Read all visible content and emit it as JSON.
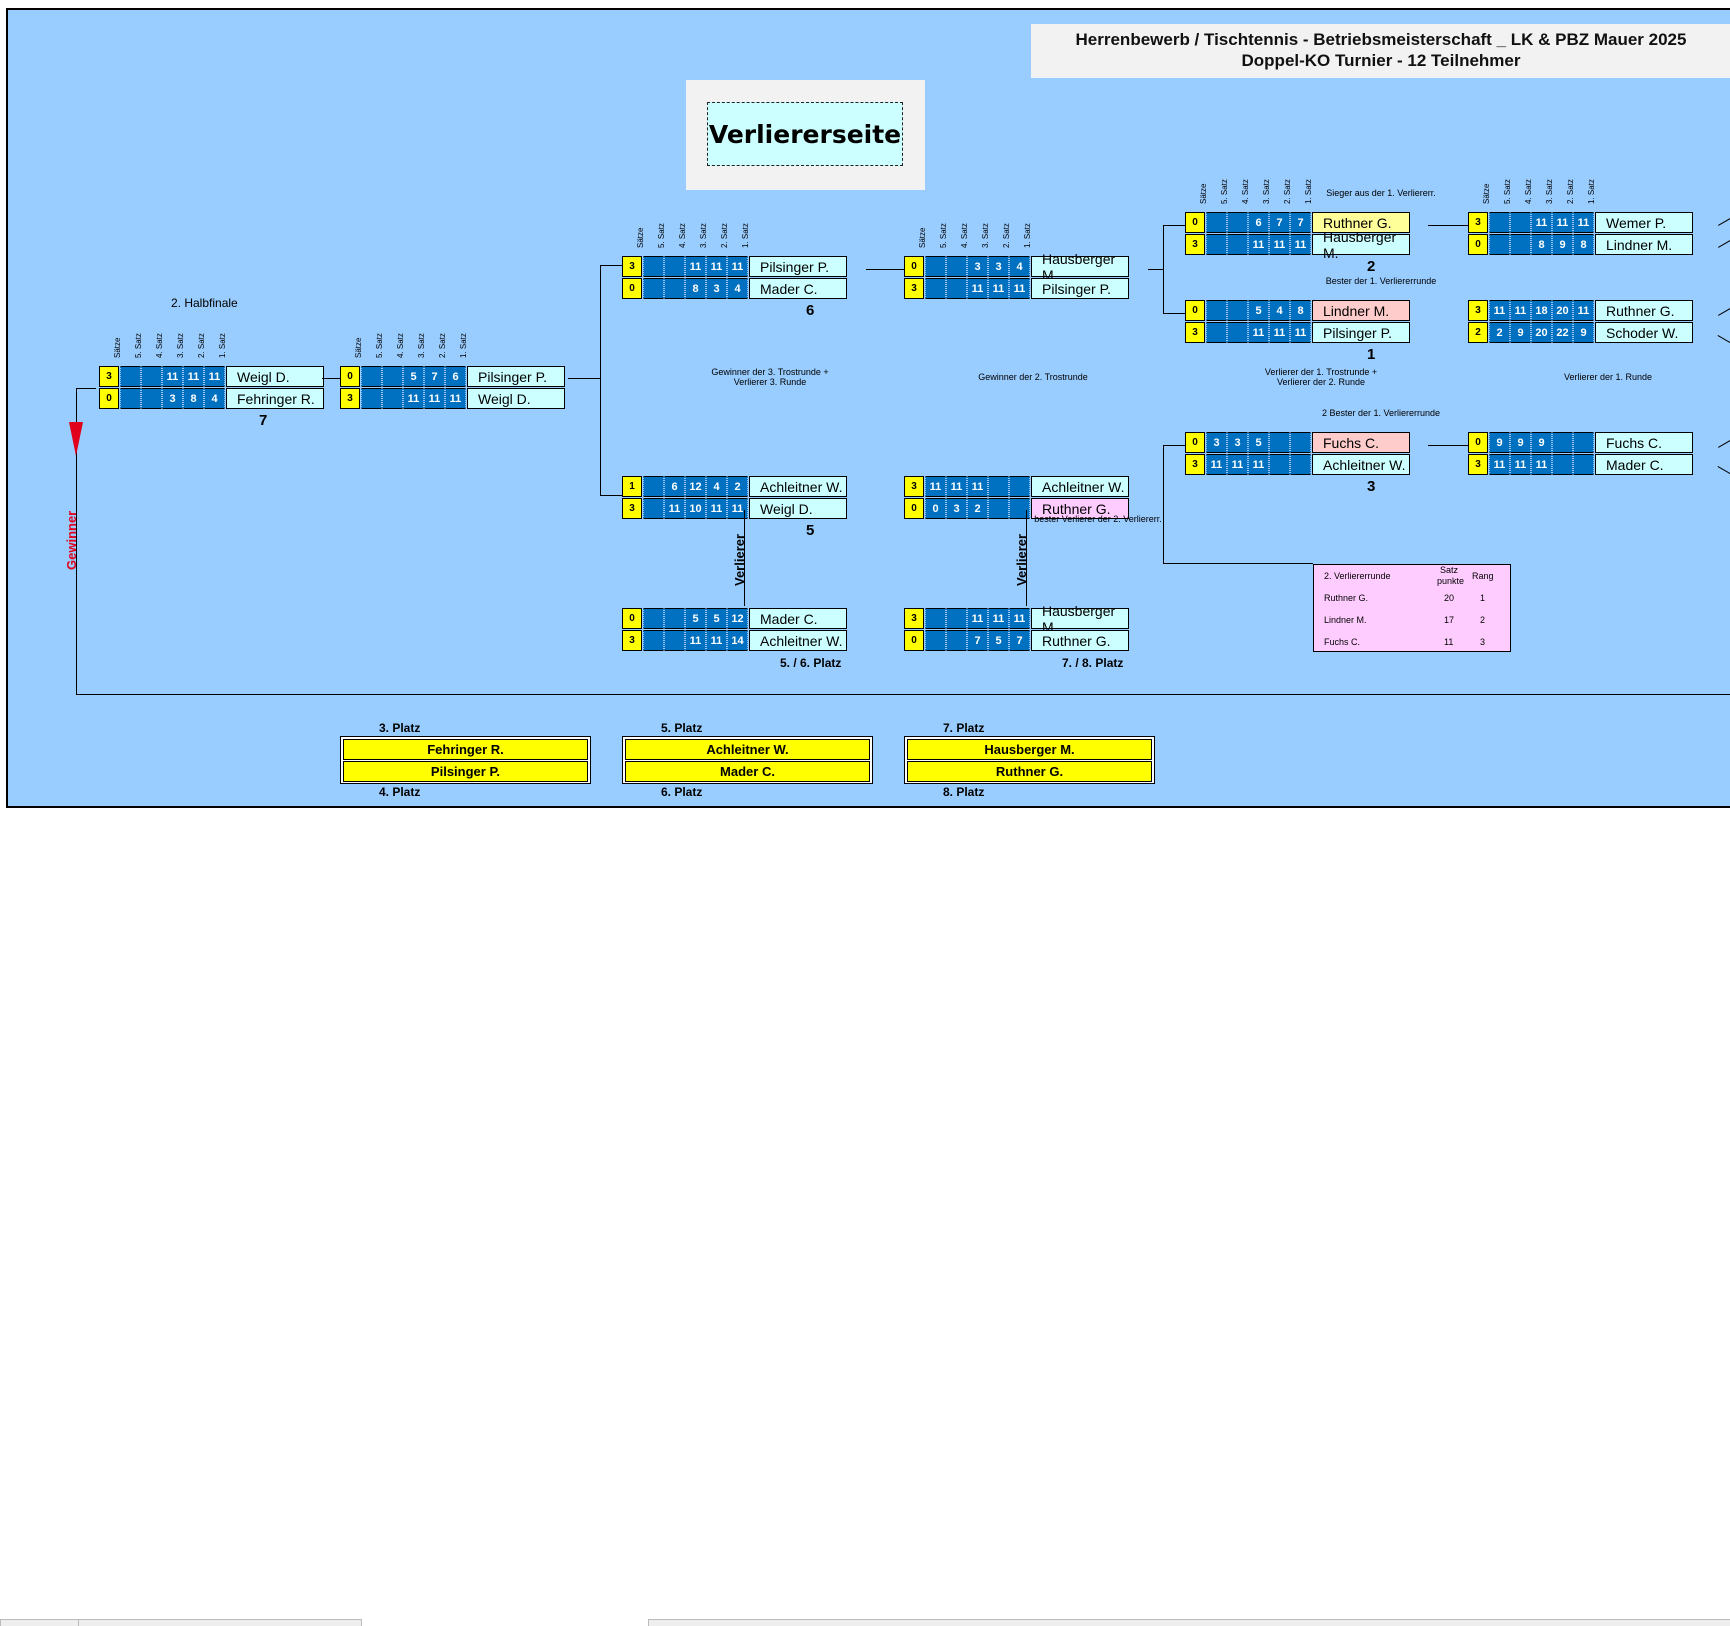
{
  "title": {
    "line1": "Herrenbewerb / Tischtennis - Betriebsmeisterschaft _ LK & PBZ Mauer 2025",
    "line2": "Doppel-KO Turnier - 12 Teilnehmer"
  },
  "section_label": "Verliererseite",
  "col_headers": [
    "Sätze",
    "5. Satz",
    "4. Satz",
    "3. Satz",
    "2. Satz",
    "1. Satz"
  ],
  "headers_labels": {
    "halbfinale": "2. Halbfinale",
    "gewinner": "Gewinner",
    "verlierer": "Verlierer"
  },
  "notes": {
    "n1": "Gewinner der 3. Trostrunde +",
    "n1b": "Verlierer 3. Runde",
    "n2": "Gewinner der 2. Trostrunde",
    "n3": "Verlierer der 1. Trostrunde +",
    "n3b": "Verlierer der 2. Runde",
    "n4": "Verlierer der 1. Runde",
    "n5": "Sieger  aus der 1. Verliererr.",
    "n6": "Bester der 1. Verliererrunde",
    "n7": "2 Bester der 1. Verliererrunde",
    "n8": "bester Verlierer  der 2. Verliererr."
  },
  "matches": {
    "m7": {
      "num": "7",
      "rows": [
        {
          "sets": "3",
          "scores": [
            "",
            "",
            "11",
            "11",
            "11"
          ],
          "name": "Weigl D."
        },
        {
          "sets": "0",
          "scores": [
            "",
            "",
            "3",
            "8",
            "4"
          ],
          "name": "Fehringer R."
        }
      ]
    },
    "m7b": {
      "num": "",
      "rows": [
        {
          "sets": "0",
          "scores": [
            "",
            "",
            "5",
            "7",
            "6"
          ],
          "name": "Pilsinger P."
        },
        {
          "sets": "3",
          "scores": [
            "",
            "",
            "11",
            "11",
            "11"
          ],
          "name": "Weigl D."
        }
      ]
    },
    "m6": {
      "num": "6",
      "rows": [
        {
          "sets": "3",
          "scores": [
            "",
            "",
            "11",
            "11",
            "11"
          ],
          "name": "Pilsinger P."
        },
        {
          "sets": "0",
          "scores": [
            "",
            "",
            "8",
            "3",
            "4"
          ],
          "name": "Mader C."
        }
      ]
    },
    "m6b": {
      "num": "",
      "rows": [
        {
          "sets": "0",
          "scores": [
            "",
            "",
            "3",
            "3",
            "4"
          ],
          "name": "Hausberger M."
        },
        {
          "sets": "3",
          "scores": [
            "",
            "",
            "11",
            "11",
            "11"
          ],
          "name": "Pilsinger P."
        }
      ]
    },
    "m5": {
      "num": "5",
      "rows": [
        {
          "sets": "1",
          "scores": [
            "",
            "6",
            "12",
            "4",
            "2"
          ],
          "name": "Achleitner W."
        },
        {
          "sets": "3",
          "scores": [
            "",
            "11",
            "10",
            "11",
            "11"
          ],
          "name": "Weigl D."
        }
      ]
    },
    "m5b": {
      "num": "",
      "rows": [
        {
          "sets": "3",
          "scores": [
            "11",
            "11",
            "11",
            "",
            ""
          ],
          "name": "Achleitner W."
        },
        {
          "sets": "0",
          "scores": [
            "0",
            "3",
            "2",
            "",
            ""
          ],
          "name": "Ruthner G."
        }
      ]
    },
    "m56": {
      "num": "5. / 6. Platz",
      "rows": [
        {
          "sets": "0",
          "scores": [
            "",
            "",
            "5",
            "5",
            "12"
          ],
          "name": "Mader C."
        },
        {
          "sets": "3",
          "scores": [
            "",
            "",
            "11",
            "11",
            "14"
          ],
          "name": "Achleitner W."
        }
      ]
    },
    "m78": {
      "num": "7. / 8. Platz",
      "rows": [
        {
          "sets": "3",
          "scores": [
            "",
            "",
            "11",
            "11",
            "11"
          ],
          "name": "Hausberger M."
        },
        {
          "sets": "0",
          "scores": [
            "",
            "",
            "7",
            "5",
            "7"
          ],
          "name": "Ruthner G."
        }
      ]
    },
    "m2": {
      "num": "2",
      "rows": [
        {
          "sets": "0",
          "scores": [
            "",
            "",
            "6",
            "7",
            "7"
          ],
          "name": "Ruthner G."
        },
        {
          "sets": "3",
          "scores": [
            "",
            "",
            "11",
            "11",
            "11"
          ],
          "name": "Hausberger M."
        }
      ]
    },
    "m1": {
      "num": "1",
      "rows": [
        {
          "sets": "0",
          "scores": [
            "",
            "",
            "5",
            "4",
            "8"
          ],
          "name": "Lindner M."
        },
        {
          "sets": "3",
          "scores": [
            "",
            "",
            "11",
            "11",
            "11"
          ],
          "name": "Pilsinger P."
        }
      ]
    },
    "m3": {
      "num": "3",
      "rows": [
        {
          "sets": "0",
          "scores": [
            "3",
            "3",
            "5",
            "",
            ""
          ],
          "name": "Fuchs C."
        },
        {
          "sets": "3",
          "scores": [
            "11",
            "11",
            "11",
            "",
            ""
          ],
          "name": "Achleitner W."
        }
      ]
    },
    "r1a": {
      "num": "",
      "rows": [
        {
          "sets": "3",
          "scores": [
            "",
            "",
            "11",
            "11",
            "11"
          ],
          "name": "Wemer P."
        },
        {
          "sets": "0",
          "scores": [
            "",
            "",
            "8",
            "9",
            "8"
          ],
          "name": "Lindner M."
        }
      ]
    },
    "r1b": {
      "num": "",
      "rows": [
        {
          "sets": "3",
          "scores": [
            "11",
            "11",
            "18",
            "20",
            "11"
          ],
          "name": "Ruthner G."
        },
        {
          "sets": "2",
          "scores": [
            "2",
            "9",
            "20",
            "22",
            "9"
          ],
          "name": "Schoder W."
        }
      ]
    },
    "r1c": {
      "num": "",
      "rows": [
        {
          "sets": "0",
          "scores": [
            "9",
            "9",
            "9",
            "",
            ""
          ],
          "name": "Fuchs C."
        },
        {
          "sets": "3",
          "scores": [
            "11",
            "11",
            "11",
            "",
            ""
          ],
          "name": "Mader C."
        }
      ]
    }
  },
  "ranking": {
    "header": "2. Verliererrunde",
    "col_points_1": "Satz",
    "col_points_2": "punkte",
    "col_rank": "Rang",
    "rows": [
      {
        "name": "Ruthner G.",
        "points": "20",
        "rank": "1"
      },
      {
        "name": "Lindner M.",
        "points": "17",
        "rank": "2"
      },
      {
        "name": "Fuchs C.",
        "points": "11",
        "rank": "3"
      }
    ]
  },
  "placements": [
    {
      "top_label": "3. Platz",
      "names": [
        "Fehringer R.",
        "Pilsinger P."
      ],
      "bottom_label": "4. Platz"
    },
    {
      "top_label": "5. Platz",
      "names": [
        "Achleitner W.",
        "Mader C."
      ],
      "bottom_label": "6. Platz"
    },
    {
      "top_label": "7. Platz",
      "names": [
        "Hausberger M.",
        "Ruthner G."
      ],
      "bottom_label": "8. Platz"
    }
  ],
  "colors": {
    "background": "#99ccff",
    "sets_cell": "#ffff00",
    "score_cell": "#0070c0",
    "name_cell": "#ccffff",
    "highlight_pink": "#ffcccc",
    "highlight_yellow": "#ffff99",
    "ranking_bg": "#ffccff",
    "gewinner_red": "#e0001b"
  }
}
